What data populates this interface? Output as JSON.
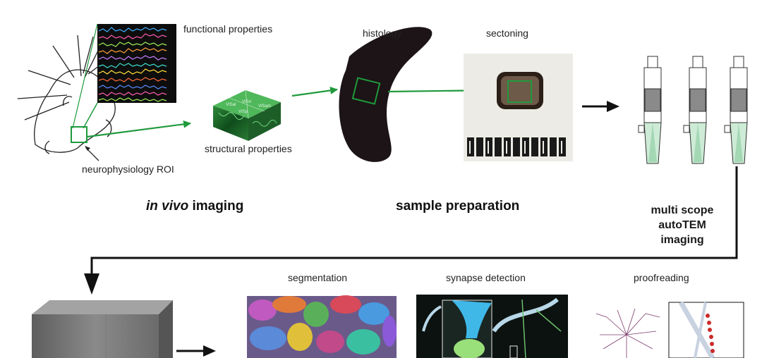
{
  "labels": {
    "functional": "functional properties",
    "structural": "structural properties",
    "roi": "neurophysiology ROI",
    "histology": "histology",
    "sectioning": "sectoning",
    "segmentation": "segmentation",
    "synapse": "synapse detection",
    "proofreading": "proofreading"
  },
  "stages": {
    "in_vivo_italic": "in vivo",
    "in_vivo_rest": " imaging",
    "sample_prep": "sample preparation",
    "scope_line1": "multi scope",
    "scope_line2": "autoTEM",
    "scope_line3": "imaging"
  },
  "volume_tags": [
    "VISal",
    "VISrl",
    "VISam",
    "VISp"
  ],
  "colors": {
    "accent_green": "#1f9a3c",
    "arrow_black": "#111111",
    "tissue": "#1c1416"
  }
}
